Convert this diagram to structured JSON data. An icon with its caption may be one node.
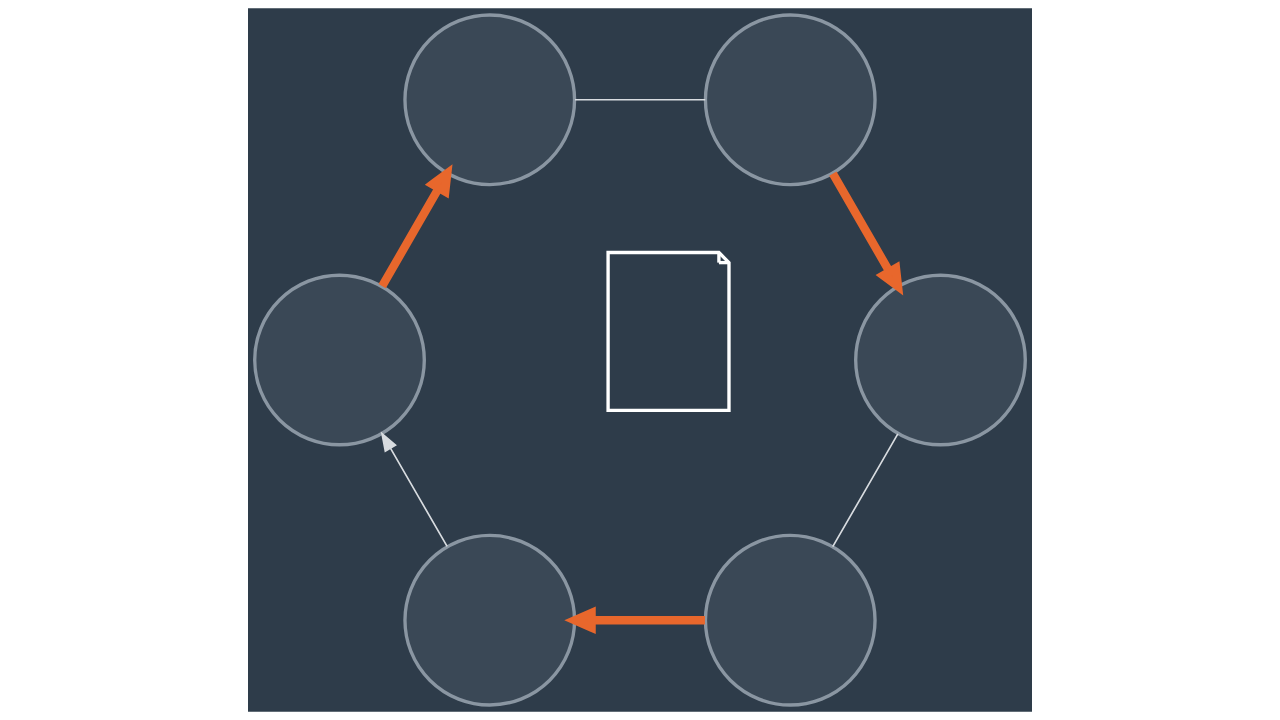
{
  "diagram": {
    "nodes": [
      {
        "text": [],
        "shape": "circle"
      },
      {
        "text": [],
        "shape": "circle"
      },
      {
        "text": [],
        "shape": "circle"
      },
      {
        "text": [],
        "shape": "picture"
      },
      {
        "text": [],
        "shape": "circle"
      },
      {
        "text": [],
        "shape": "circle"
      },
      {
        "text": [],
        "shape": "circle"
      }
    ],
    "edges": [
      {
        "from": 0,
        "to": 2,
        "arrow": "to",
        "style": "thick",
        "color": "#e8672c"
      },
      {
        "from": 2,
        "to": 5,
        "arrow": "to",
        "color": "#d8dce0"
      },
      {
        "from": 5,
        "to": 6,
        "arrow": "to",
        "style": "thick",
        "color": "#e8672c"
      },
      {
        "from": 6,
        "to": 4,
        "arrow": "none",
        "color": "#d8dce0"
      },
      {
        "from": 4,
        "to": 1,
        "arrow": "to",
        "style": "thick",
        "color": "#e8672c"
      },
      {
        "from": 1,
        "to": 0,
        "arrow": "none",
        "color": "#d8dce0"
      }
    ]
  }
}
